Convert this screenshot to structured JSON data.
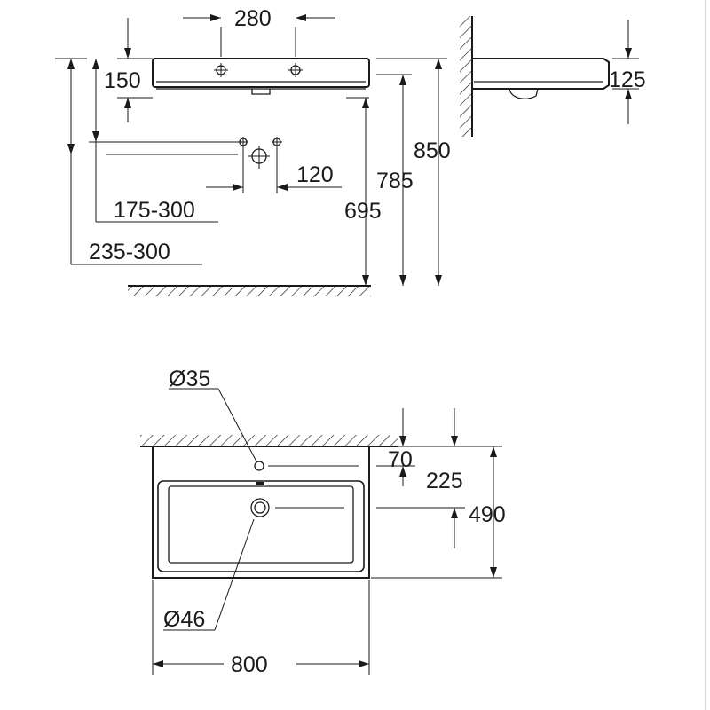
{
  "colors": {
    "ink": "#1a1a1a",
    "background": "#ffffff"
  },
  "front_view": {
    "tap_hole_spacing": "280",
    "basin_height": "150",
    "waste_spacing": "120",
    "trap_range": "175-300",
    "outlet_range": "235-300",
    "rim_height_total": "850",
    "basin_bottom_height": "785",
    "bracket_height": "695"
  },
  "side_view": {
    "basin_height": "125"
  },
  "top_view": {
    "tap_hole_diameter": "Ø35",
    "waste_diameter": "Ø46",
    "tap_hole_offset": "70",
    "waste_offset": "225",
    "depth": "490",
    "width": "800"
  }
}
